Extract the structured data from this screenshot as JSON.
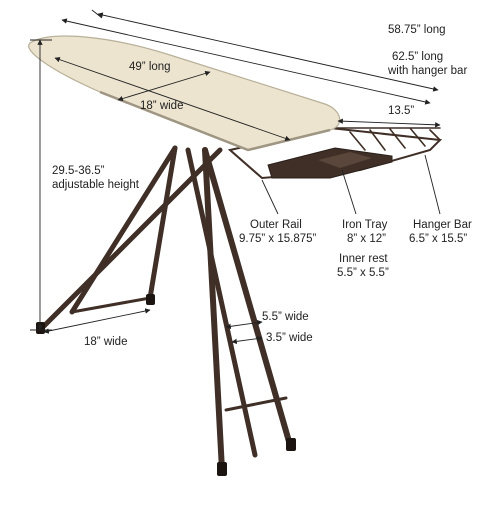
{
  "colors": {
    "cover": "#ece4cf",
    "cover_edge": "#b9b09a",
    "frame": "#3f2f26",
    "frame_light": "#5a463a",
    "dimension_lines": "#222222",
    "text": "#222222"
  },
  "labels": {
    "overall_length": "58.75” long",
    "length_with_bar_1": "62.5” long",
    "length_with_bar_2": "with hanger bar",
    "board_length": "49” long",
    "board_width": "18” wide",
    "rest_width": "13.5”",
    "height_1": "29.5-36.5”",
    "height_2": "adjustable height",
    "outer_rail_1": "Outer Rail",
    "outer_rail_2": "9.75” x 15.875”",
    "iron_tray_1": "Iron Tray",
    "iron_tray_2": "8” x 12”",
    "inner_rest_1": "Inner rest",
    "inner_rest_2": "5.5” x 5.5”",
    "hanger_bar_1": "Hanger Bar",
    "hanger_bar_2": "6.5” x 15.5”",
    "leg_spread": "18” wide",
    "leg_width_top": "5.5” wide",
    "leg_width_bottom": "3.5” wide"
  }
}
